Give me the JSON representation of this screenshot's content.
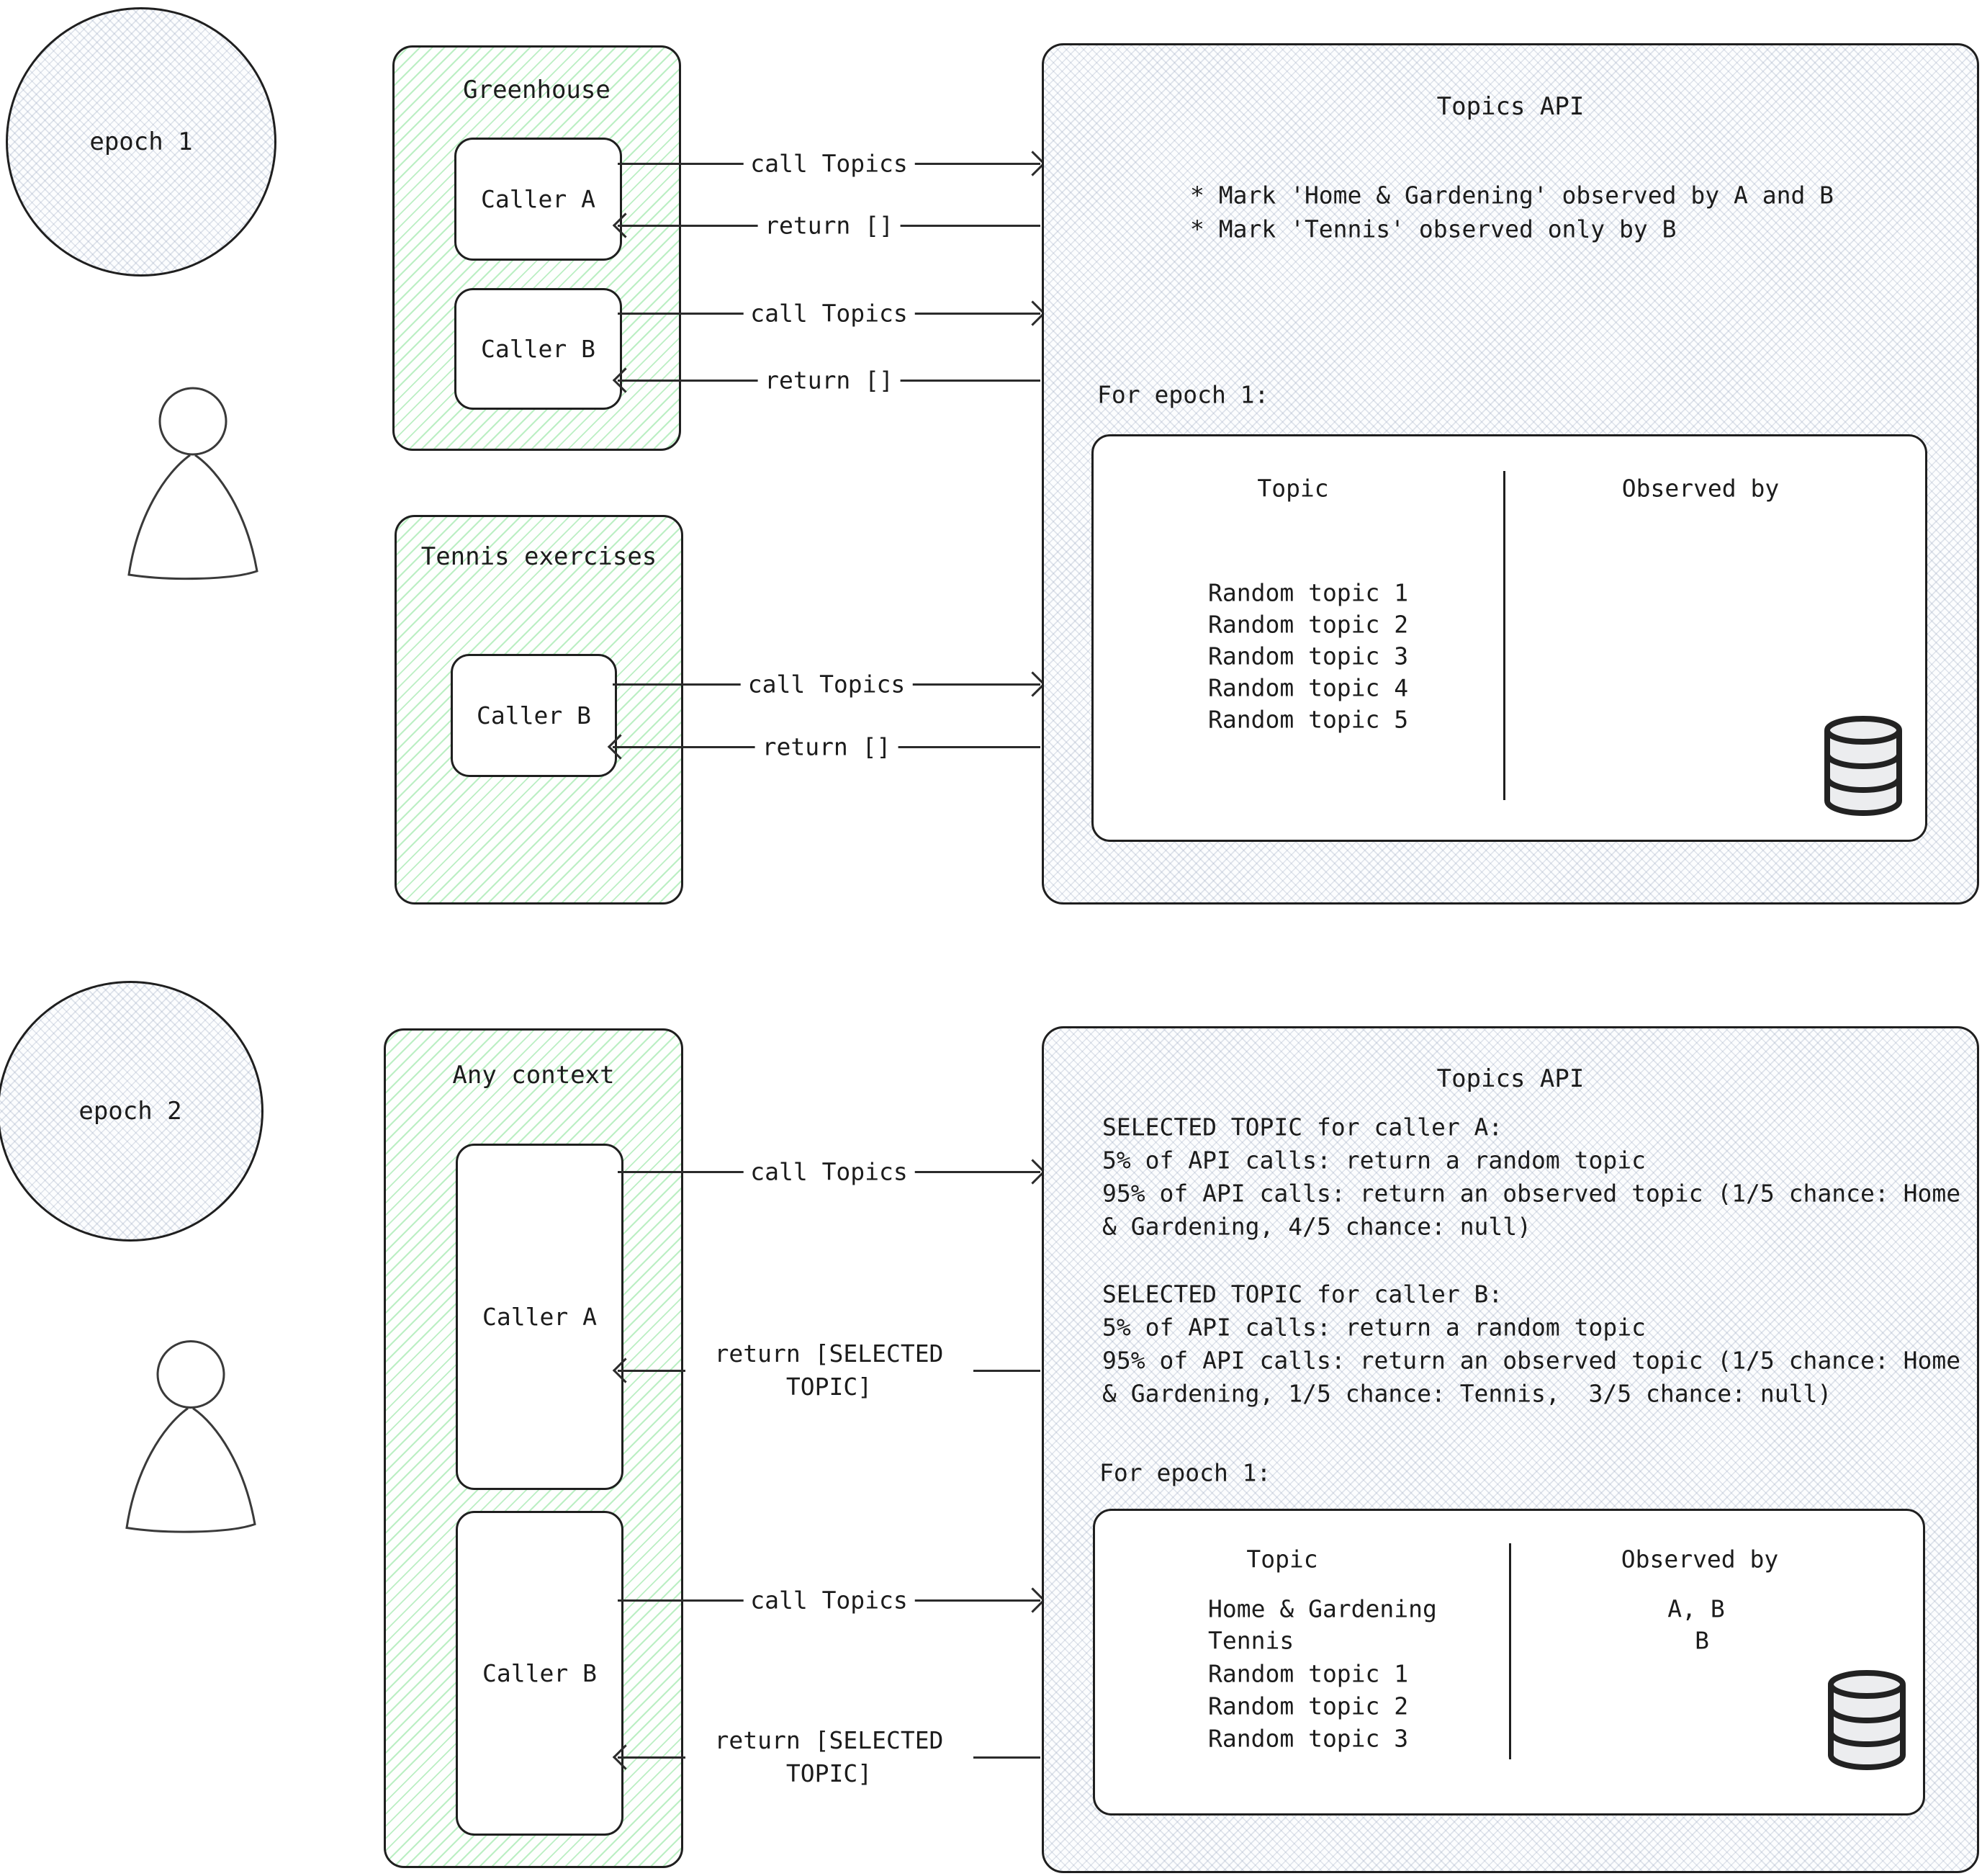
{
  "colors": {
    "ink": "#1e1e1e",
    "arrow_line": "#2b2b2b",
    "green_hatch": "#6ede8a",
    "gray_hatch": "#93a0ba",
    "card_bg": "#ffffff"
  },
  "icons": {
    "person": "person-icon",
    "database": "database-icon"
  },
  "epochs": {
    "epoch1": "epoch 1",
    "epoch2": "epoch 2"
  },
  "contexts": {
    "greenhouse": {
      "title": "Greenhouse",
      "caller_a": "Caller A",
      "caller_b": "Caller B"
    },
    "tennis": {
      "title": "Tennis exercises",
      "caller_b": "Caller B"
    },
    "any_context": {
      "title": "Any context",
      "caller_a": "Caller A",
      "caller_b": "Caller B"
    }
  },
  "arrows": {
    "call": "call Topics",
    "return_empty": "return []",
    "return_selected": "return [SELECTED TOPIC]"
  },
  "topics_api_epoch1": {
    "title": "Topics API",
    "bullets": [
      "* Mark 'Home & Gardening' observed by A and B",
      "* Mark 'Tennis' observed only by B"
    ],
    "epoch_label": "For epoch 1:",
    "table": {
      "topic_header": "Topic",
      "observed_header": "Observed by",
      "rows": [
        {
          "topic": "Random topic 1",
          "observed": ""
        },
        {
          "topic": "Random topic 2",
          "observed": ""
        },
        {
          "topic": "Random topic 3",
          "observed": ""
        },
        {
          "topic": "Random topic 4",
          "observed": ""
        },
        {
          "topic": "Random topic 5",
          "observed": ""
        }
      ]
    }
  },
  "topics_api_epoch2": {
    "title": "Topics API",
    "selection_lines": [
      "SELECTED TOPIC for caller A:",
      "5% of API calls: return a random topic",
      "95% of API calls: return an observed topic (1/5 chance: Home",
      "& Gardening, 4/5 chance: null)",
      "SELECTED TOPIC for caller B:",
      "5% of API calls: return a random topic",
      "95% of API calls: return an observed topic (1/5 chance: Home",
      "& Gardening, 1/5 chance: Tennis,  3/5 chance: null)"
    ],
    "epoch_label": "For epoch 1:",
    "table": {
      "topic_header": "Topic",
      "observed_header": "Observed by",
      "rows": [
        {
          "topic": "Home & Gardening",
          "observed": "A, B"
        },
        {
          "topic": "Tennis",
          "observed": "B"
        },
        {
          "topic": "Random topic 1",
          "observed": ""
        },
        {
          "topic": "Random topic 2",
          "observed": ""
        },
        {
          "topic": "Random topic 3",
          "observed": ""
        }
      ]
    }
  }
}
